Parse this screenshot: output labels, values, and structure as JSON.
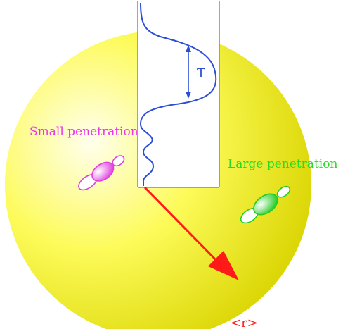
{
  "labels": {
    "small_penetration": "Small penetration",
    "large_penetration": "Large penetration",
    "thickness": "T",
    "radius": "<r>"
  },
  "colors": {
    "sphere_light": "#ffffee",
    "sphere_mid": "#fdfb5a",
    "sphere_dark": "#d9d400",
    "profile_curve": "#2a4fd6",
    "panel_border": "#6e8fb0",
    "arrow": "#ff1a1a",
    "small_label": "#ee33ee",
    "large_label": "#22dd22",
    "radius_label": "#ff2222"
  },
  "icons": {
    "small_orbital": "magenta-dumbbell-orbital",
    "large_orbital": "green-dumbbell-orbital"
  }
}
